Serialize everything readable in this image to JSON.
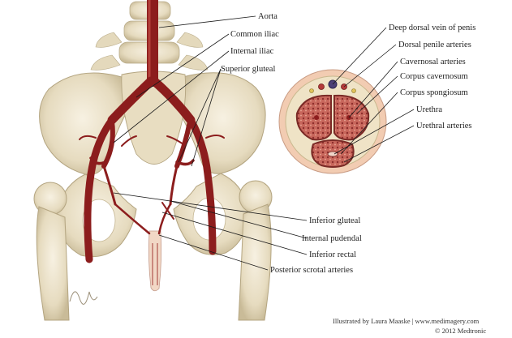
{
  "colors": {
    "bone": "#ece3cc",
    "bone_shadow": "#cfc3a4",
    "artery": "#8c1d1d",
    "artery_highlight": "#b3403a",
    "cavernosum": "#c96a6a",
    "tunica": "#e9dcc0",
    "skin": "#f0c9b0"
  },
  "labels": {
    "aorta": "Aorta",
    "common_iliac": "Common iliac",
    "internal_iliac": "Internal iliac",
    "superior_gluteal": "Superior gluteal",
    "inferior_gluteal": "Inferior gluteal",
    "internal_pudendal": "Internal pudendal",
    "inferior_rectal": "Inferior rectal",
    "posterior_scrotal": "Posterior scrotal arteries",
    "deep_dorsal_vein": "Deep dorsal vein of penis",
    "dorsal_penile": "Dorsal penile arteries",
    "cavernosal_arteries": "Cavernosal arteries",
    "corpus_cavernosum": "Corpus cavernosum",
    "corpus_spongiosum": "Corpus spongiosum",
    "urethra": "Urethra",
    "urethral_arteries": "Urethral arteries"
  },
  "credits": {
    "illustrator": "Illustrated by Laura Maaske  |  www.medimagery.com",
    "copyright": "© 2012 Medtronic"
  }
}
